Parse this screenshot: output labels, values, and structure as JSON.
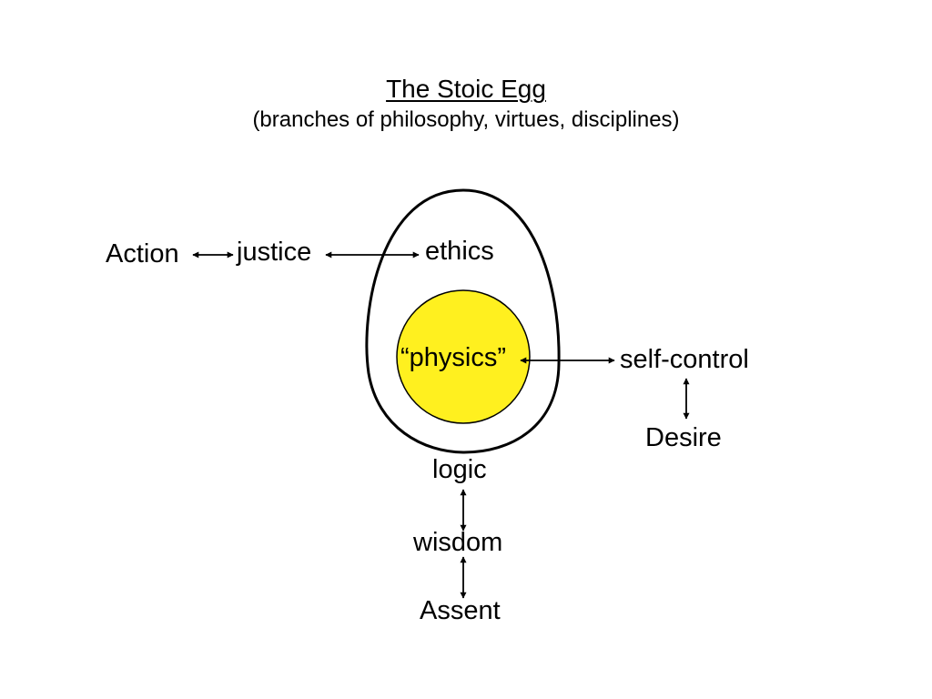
{
  "title": "The Stoic Egg",
  "subtitle": "(branches of philosophy, virtues, disciplines)",
  "labels": {
    "action": "Action",
    "justice": "justice",
    "ethics": "ethics",
    "physics": "“physics”",
    "self_control": "self-control",
    "desire": "Desire",
    "logic": "logic",
    "wisdom": "wisdom",
    "assent": "Assent"
  },
  "colors": {
    "yolk": "#fff01f",
    "outline": "#000000",
    "background": "#ffffff"
  }
}
